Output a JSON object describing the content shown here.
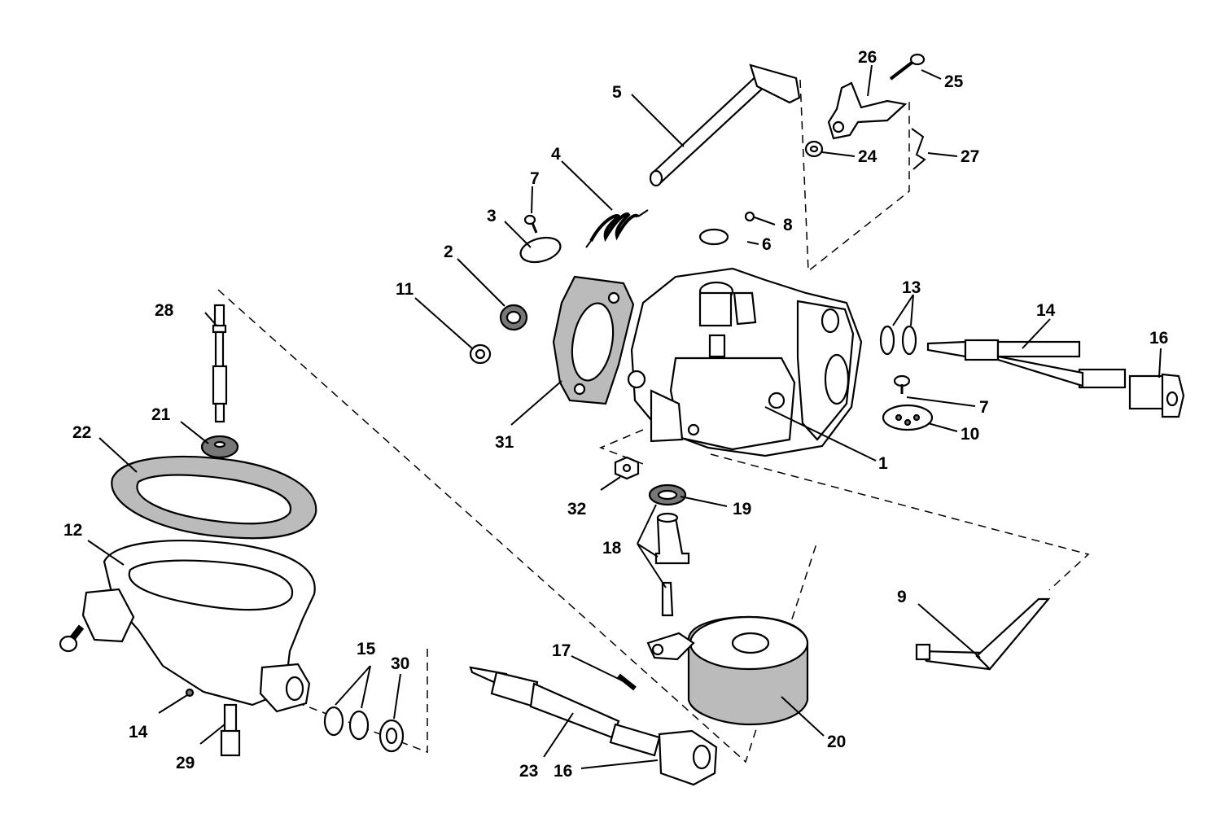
{
  "diagram": {
    "callouts": [
      {
        "id": "1",
        "text": "1"
      },
      {
        "id": "2",
        "text": "2"
      },
      {
        "id": "3",
        "text": "3"
      },
      {
        "id": "4",
        "text": "4"
      },
      {
        "id": "5",
        "text": "5"
      },
      {
        "id": "6",
        "text": "6"
      },
      {
        "id": "7a",
        "text": "7"
      },
      {
        "id": "7b",
        "text": "7"
      },
      {
        "id": "8",
        "text": "8"
      },
      {
        "id": "9",
        "text": "9"
      },
      {
        "id": "10",
        "text": "10"
      },
      {
        "id": "11",
        "text": "11"
      },
      {
        "id": "12",
        "text": "12"
      },
      {
        "id": "13",
        "text": "13"
      },
      {
        "id": "14a",
        "text": "14"
      },
      {
        "id": "14b",
        "text": "14"
      },
      {
        "id": "15",
        "text": "15"
      },
      {
        "id": "16a",
        "text": "16"
      },
      {
        "id": "16b",
        "text": "16"
      },
      {
        "id": "17",
        "text": "17"
      },
      {
        "id": "18",
        "text": "18"
      },
      {
        "id": "19",
        "text": "19"
      },
      {
        "id": "20",
        "text": "20"
      },
      {
        "id": "21",
        "text": "21"
      },
      {
        "id": "22",
        "text": "22"
      },
      {
        "id": "23",
        "text": "23"
      },
      {
        "id": "24",
        "text": "24"
      },
      {
        "id": "25",
        "text": "25"
      },
      {
        "id": "26",
        "text": "26"
      },
      {
        "id": "27",
        "text": "27"
      },
      {
        "id": "28",
        "text": "28"
      },
      {
        "id": "29",
        "text": "29"
      },
      {
        "id": "30",
        "text": "30"
      },
      {
        "id": "31",
        "text": "31"
      },
      {
        "id": "32",
        "text": "32"
      }
    ]
  }
}
